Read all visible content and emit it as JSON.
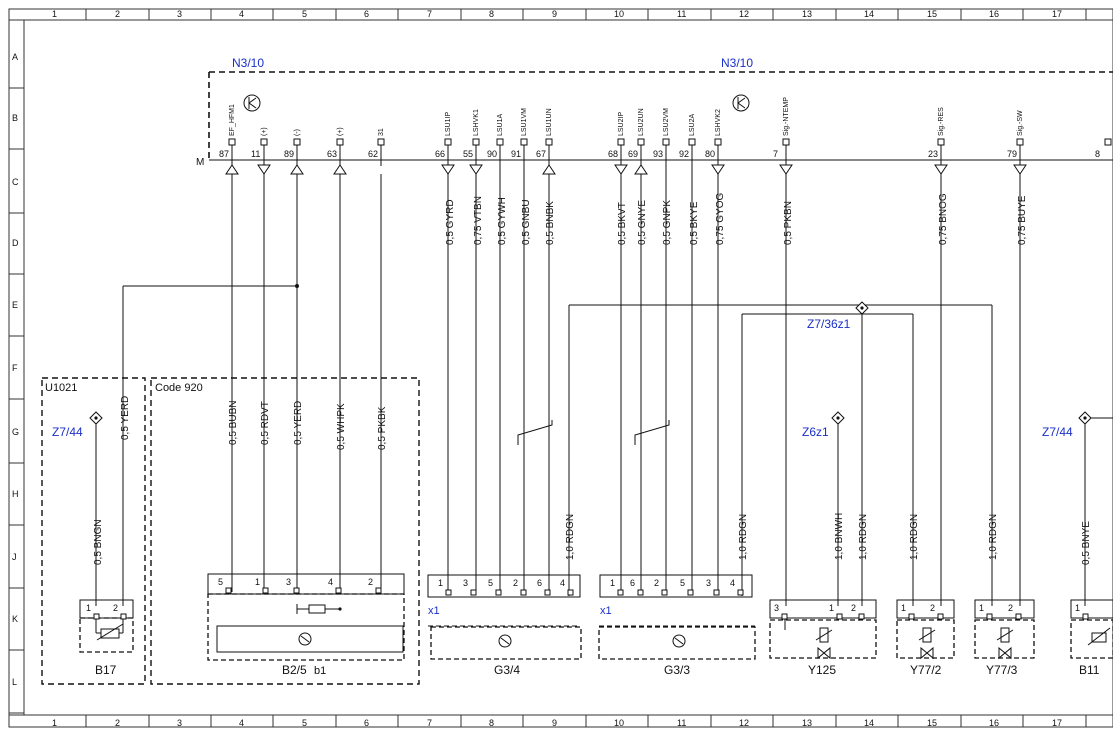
{
  "grid": {
    "cols": [
      "1",
      "2",
      "3",
      "4",
      "5",
      "6",
      "7",
      "8",
      "9",
      "10",
      "11",
      "12",
      "13",
      "14",
      "15",
      "16",
      "17"
    ],
    "rows": [
      "A",
      "B",
      "C",
      "D",
      "E",
      "F",
      "G",
      "H",
      "J",
      "K",
      "L"
    ]
  },
  "ecu": {
    "title_left": "N3/10",
    "title_right": "N3/10",
    "ground_mark": "M",
    "pins": [
      {
        "label": "EF_HFM1",
        "num": "87",
        "arrow": "up"
      },
      {
        "label": "(+)",
        "num": "11",
        "arrow": "down"
      },
      {
        "label": "(-)",
        "num": "89",
        "arrow": "up"
      },
      {
        "label": "(+)",
        "num": "63",
        "arrow": "up"
      },
      {
        "label": "31",
        "num": "62",
        "arrow": "none"
      },
      {
        "label": "LSU1IP",
        "num": "66",
        "arrow": "down"
      },
      {
        "label": "LSHVK1",
        "num": "55",
        "arrow": "down"
      },
      {
        "label": "LSU1A",
        "num": "90",
        "arrow": "none"
      },
      {
        "label": "LSU1VM",
        "num": "91",
        "arrow": "none"
      },
      {
        "label": "LSU1UN",
        "num": "67",
        "arrow": "up"
      },
      {
        "label": "LSU2IP",
        "num": "68",
        "arrow": "down"
      },
      {
        "label": "LSU2UN",
        "num": "69",
        "arrow": "up"
      },
      {
        "label": "LSU2VM",
        "num": "93",
        "arrow": "none"
      },
      {
        "label": "LSU2A",
        "num": "92",
        "arrow": "none"
      },
      {
        "label": "LSHVK2",
        "num": "80",
        "arrow": "down"
      },
      {
        "label": "Sig.-NTEMP",
        "num": "7",
        "arrow": "down"
      },
      {
        "label": "Sig.-RES",
        "num": "23",
        "arrow": "down"
      },
      {
        "label": "Sig.-SW",
        "num": "79",
        "arrow": "down"
      },
      {
        "label": "",
        "num": "8",
        "arrow": "none"
      }
    ]
  },
  "wires": [
    {
      "label": "0,5 YERD"
    },
    {
      "label": "0,5 BUBN"
    },
    {
      "label": "0,5 RDVT"
    },
    {
      "label": "0,5 YERD"
    },
    {
      "label": "0,5 WHPK"
    },
    {
      "label": "0,5 PKBK"
    },
    {
      "label": "0,5 GYRD"
    },
    {
      "label": "0,75 VTBN"
    },
    {
      "label": "0,5 GYWH"
    },
    {
      "label": "0,5 GNBU"
    },
    {
      "label": "0,5 BNBK"
    },
    {
      "label": "0,5 BKVT"
    },
    {
      "label": "0,5 GNYE"
    },
    {
      "label": "0,5 GNPK"
    },
    {
      "label": "0,5 BKYE"
    },
    {
      "label": "0,75 GYOG"
    },
    {
      "label": "0,5 PKBN"
    },
    {
      "label": "0,75 BNOG"
    },
    {
      "label": "0,75 BUYE"
    },
    {
      "label": "0,5 BNGN"
    },
    {
      "label": "1,0 RDGN"
    },
    {
      "label": "1,0 RDGN"
    },
    {
      "label": "1,0 BNWH"
    },
    {
      "label": "1,0 RDGN"
    },
    {
      "label": "1,0 RDGN"
    },
    {
      "label": "1,0 RDGN"
    },
    {
      "label": "0,5 BNYE"
    }
  ],
  "splices": {
    "main": "Z7/36z1",
    "z7_44_left": "Z7/44",
    "z6z1": "Z6z1",
    "z7_44_right": "Z7/44"
  },
  "groups": {
    "u1021": "U1021",
    "code920": "Code 920"
  },
  "components": [
    {
      "name": "B17",
      "pins": [
        "1",
        "2"
      ]
    },
    {
      "name": "B2/5",
      "suffix": "b1",
      "pins": [
        "5",
        "1",
        "3",
        "4",
        "2"
      ]
    },
    {
      "name": "G3/4",
      "conn": "x1",
      "pins": [
        "1",
        "3",
        "5",
        "2",
        "6",
        "4"
      ]
    },
    {
      "name": "G3/3",
      "conn": "x1",
      "pins": [
        "1",
        "6",
        "2",
        "5",
        "3",
        "4"
      ]
    },
    {
      "name": "Y125",
      "pins": [
        "3",
        "1",
        "2"
      ]
    },
    {
      "name": "Y77/2",
      "pins": [
        "1",
        "2"
      ]
    },
    {
      "name": "Y77/3",
      "pins": [
        "1",
        "2"
      ]
    },
    {
      "name": "B11",
      "pins": [
        "1"
      ]
    }
  ],
  "colors": {
    "line": "#111111",
    "label_blue": "#1a2fc9",
    "background": "#ffffff"
  }
}
